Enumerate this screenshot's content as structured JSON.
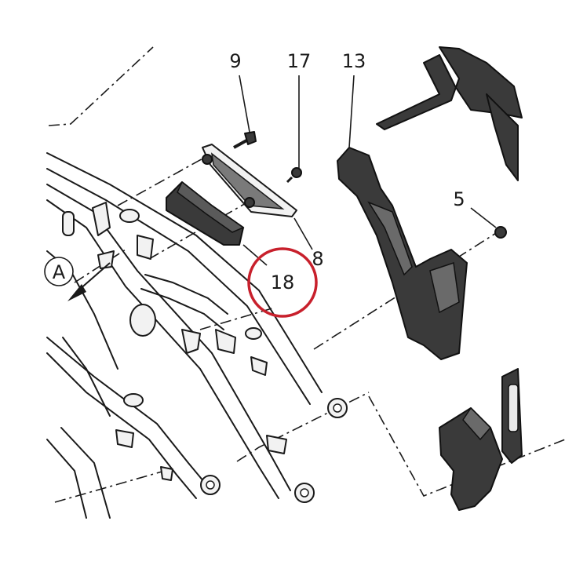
{
  "callouts": {
    "c9": "9",
    "c17": "17",
    "c13": "13",
    "c5": "5",
    "c8": "8",
    "c18": "18",
    "cA": "A"
  },
  "colors": {
    "highlight": "#c8202c",
    "ink": "#1a1a1a",
    "dark_part": "#3a3a3a"
  },
  "highlighted_part": "18"
}
